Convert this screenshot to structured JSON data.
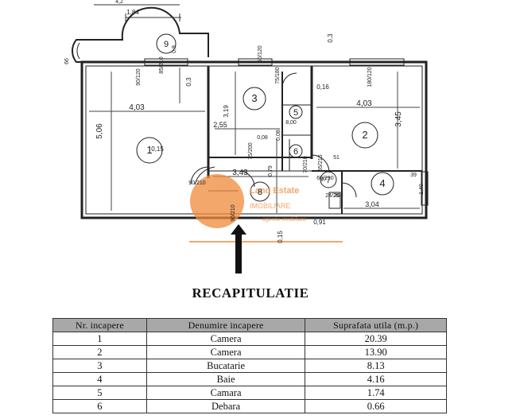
{
  "plan": {
    "dimensions": [
      "4,2",
      "1,84",
      "4,03",
      "5,06",
      "3,19",
      "2,55",
      "0,08",
      "0,15",
      "3,43",
      "4,03",
      "3,45",
      "3,04",
      "0,16",
      "0,3",
      "0,3",
      "0,15",
      "0,91",
      "1,40",
      "0,08",
      "0,79"
    ],
    "openings": [
      "90/120",
      "85/210",
      "50/120",
      "75/180",
      "180/120",
      "75/200",
      "90/210",
      "70/210",
      "90/210",
      "65/215",
      "24/26",
      "60/210"
    ],
    "small_marks": [
      "66",
      "0,8",
      "8,00",
      "26",
      "39",
      "97",
      "51"
    ],
    "rooms": [
      "9",
      "1",
      "3",
      "5",
      "6",
      "2",
      "7",
      "8",
      "4"
    ]
  },
  "watermark": {
    "brand": "Land Estate",
    "line2": "IMOBILIARE",
    "line3": "agentie imobiliara"
  },
  "recap": {
    "title": "RECAPITULATIE",
    "headers": [
      "Nr. incapere",
      "Denumire incapere",
      "Suprafata utila (m.p.)"
    ],
    "rows": [
      [
        "1",
        "Camera",
        "20.39"
      ],
      [
        "2",
        "Camera",
        "13.90"
      ],
      [
        "3",
        "Bucatarie",
        "8.13"
      ],
      [
        "4",
        "Baie",
        "4.16"
      ],
      [
        "5",
        "Camara",
        "1.74"
      ],
      [
        "6",
        "Debara",
        "0.66"
      ]
    ]
  },
  "colors": {
    "wall": "#222222",
    "watermark": "#f08a3a",
    "header_bg": "#a8a8a8"
  }
}
